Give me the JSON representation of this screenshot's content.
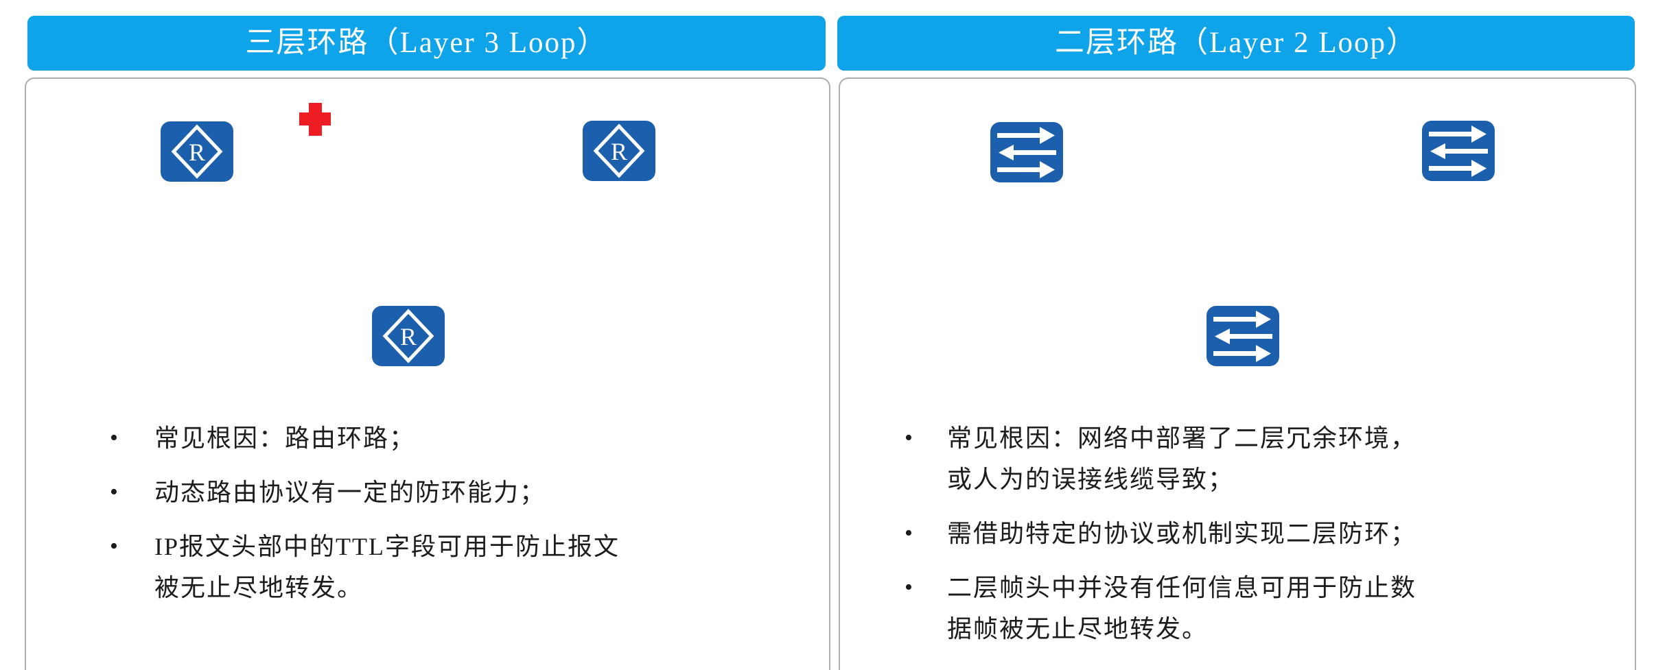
{
  "panels": [
    {
      "title": "三层环路（Layer 3 Loop）",
      "node_type": "router",
      "bullets": [
        {
          "lines": [
            "常见根因：路由环路；"
          ]
        },
        {
          "lines": [
            "动态路由协议有一定的防环能力；"
          ]
        },
        {
          "lines": [
            "IP报文头部中的TTL字段可用于防止报文",
            "被无止尽地转发。"
          ]
        }
      ]
    },
    {
      "title": "二层环路（Layer 2 Loop）",
      "node_type": "switch",
      "bullets": [
        {
          "lines": [
            "常见根因：网络中部署了二层冗余环境，",
            "或人为的误接线缆导致；"
          ]
        },
        {
          "lines": [
            "需借助特定的协议或机制实现二层防环；"
          ]
        },
        {
          "lines": [
            "二层帧头中并没有任何信息可用于防止数",
            "据帧被无止尽地转发。"
          ]
        }
      ]
    }
  ],
  "icons": {
    "router_label": "R",
    "bullet_glyph": "•"
  },
  "colors": {
    "banner": "#0FA3E9",
    "banner_text": "#FFFFFF",
    "node_fill": "#1C5FAD",
    "link": "#1A1A1A",
    "cross": "#EE1D23",
    "card_border": "#ADADAD",
    "text": "#1C1C1C",
    "background": "#FFFFFF"
  }
}
